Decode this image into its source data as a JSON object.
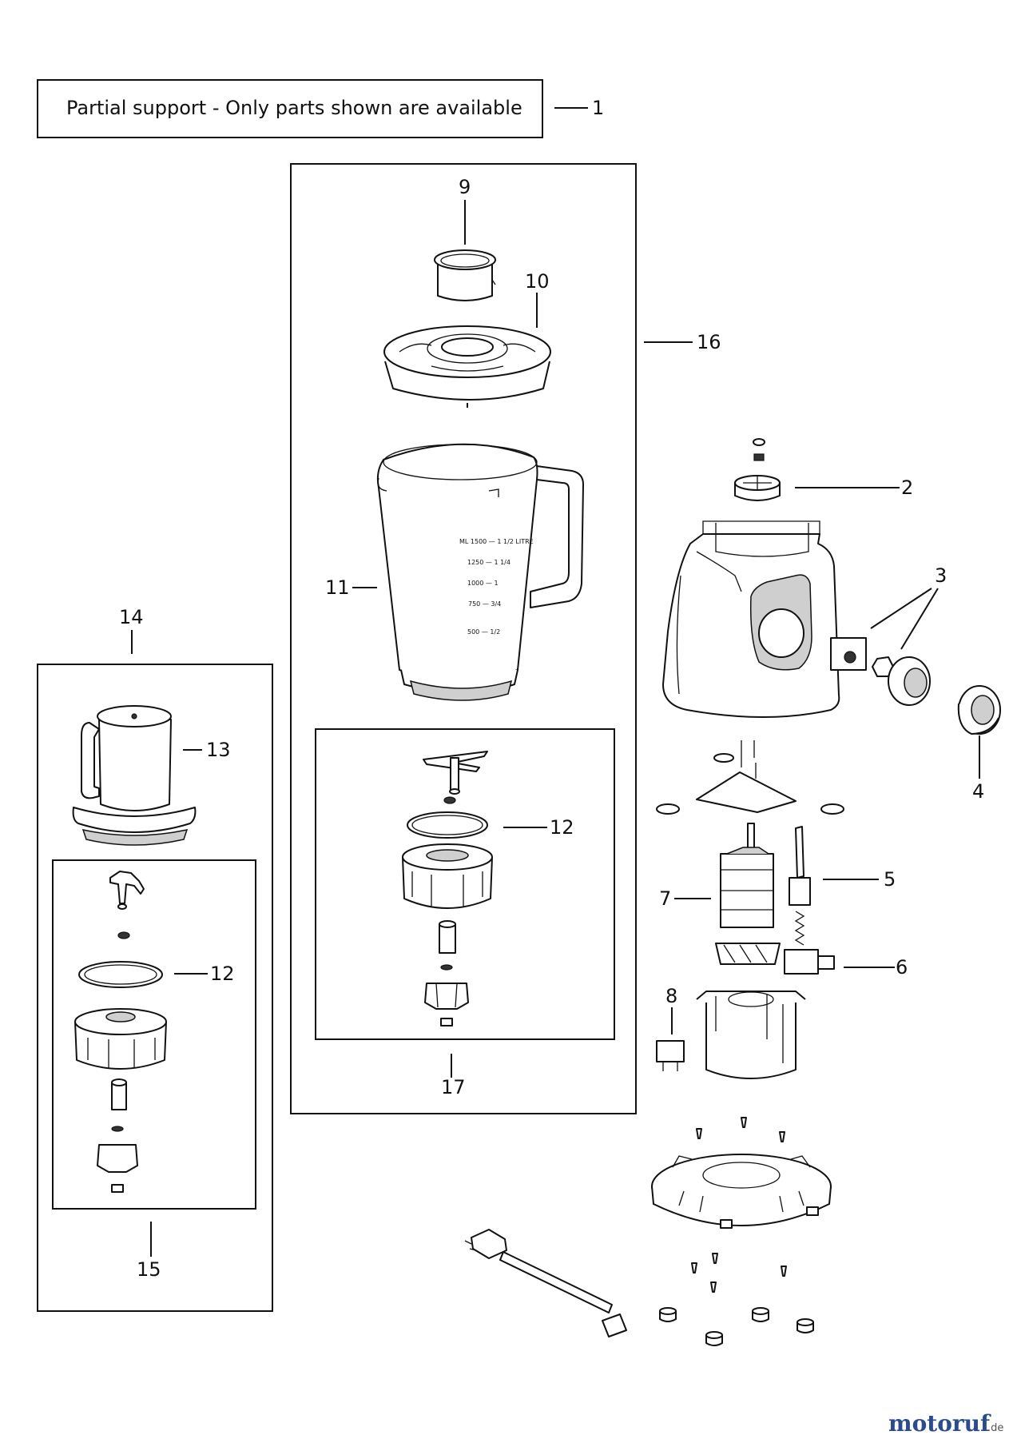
{
  "notice": {
    "text": "Partial support - Only parts shown are available"
  },
  "callouts": {
    "c1": "1",
    "c2": "2",
    "c3": "3",
    "c4": "4",
    "c5": "5",
    "c6": "6",
    "c7": "7",
    "c8": "8",
    "c9": "9",
    "c10": "10",
    "c11": "11",
    "c12a": "12",
    "c12b": "12",
    "c13": "13",
    "c14": "14",
    "c15": "15",
    "c16": "16",
    "c17": "17"
  },
  "jug_markings": {
    "m1": "ML 1500 — 1 1/2 LITRE",
    "m2": "1250 — 1 1/4",
    "m3": "1000 — 1",
    "m4": "750 — 3/4",
    "m5": "500 — 1/2"
  },
  "watermark": {
    "brand_main": "motoruf",
    "brand_tld": ".de"
  },
  "colors": {
    "line": "#111111",
    "brand_blue": "#2b4c8c",
    "brand_orange": "#e07a1f",
    "brand_green": "#3a8a3a"
  }
}
